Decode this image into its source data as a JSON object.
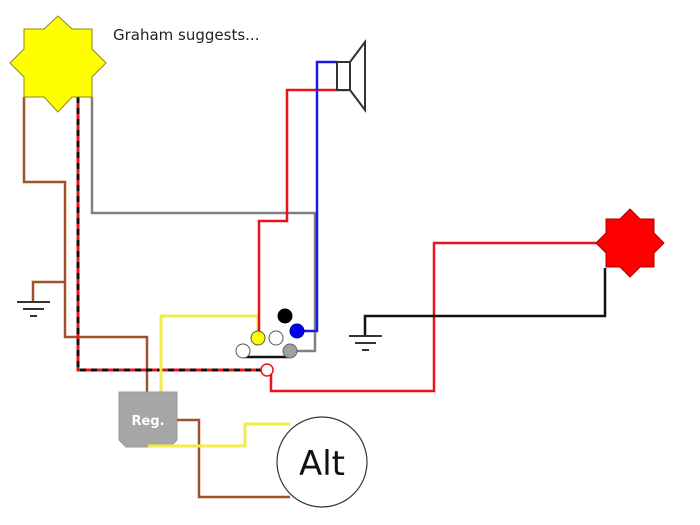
{
  "caption": "Graham suggests...",
  "components": {
    "regulator_label": "Reg.",
    "alternator_label": "Alt",
    "horn": "horn-speaker",
    "left_lamp": "yellow-warning-lamp",
    "right_lamp": "red-warning-lamp",
    "ground_symbols": 2,
    "connector_pins": [
      "black",
      "yellow",
      "white",
      "blue",
      "white",
      "gray",
      "red-white"
    ]
  },
  "colors": {
    "brown": "#a0522d",
    "red": "#e8141a",
    "blue": "#1a1ae0",
    "gray": "#808080",
    "yellow": "#f2ec4a",
    "black": "#111111",
    "lamp_yellow": "#ffff00",
    "lamp_red": "#ff0000",
    "reg_gray": "#a6a6a6"
  }
}
